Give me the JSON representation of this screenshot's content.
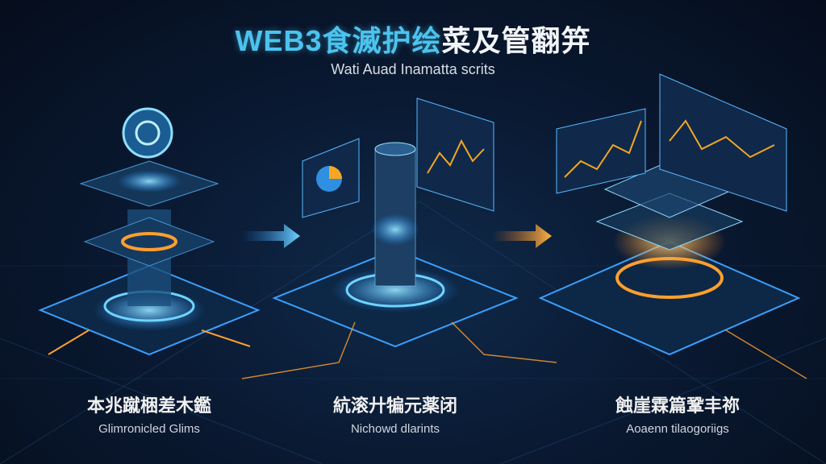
{
  "header": {
    "title_accent": "WEB3食滅护绘",
    "title_rest": "菜及管翻笄",
    "subtitle": "Wati Auad Inamatta scrits"
  },
  "stages": [
    {
      "label_zh": "本兆蹴梱差木鑑",
      "label_en": "Glimronicled Glims"
    },
    {
      "label_zh": "䋁滚廾犏元薬闭",
      "label_en": "Nichowd dlarints"
    },
    {
      "label_zh": "蝕崖霖篇鞏丰祢",
      "label_en": "Aoaenn tilaogoriigs"
    }
  ],
  "colors": {
    "accent_cyan": "#4cc3ee",
    "accent_orange": "#f5a623",
    "background": "#0a1a33"
  }
}
